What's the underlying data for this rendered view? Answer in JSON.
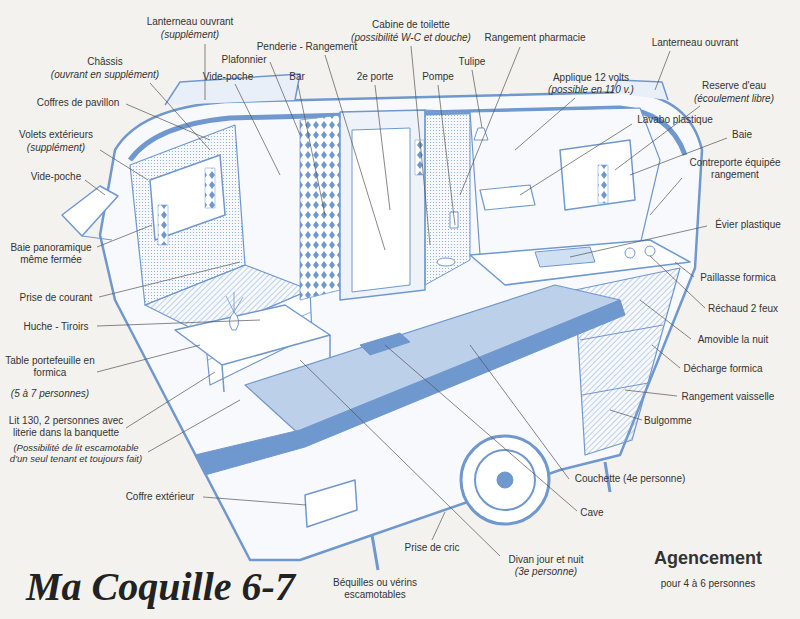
{
  "diagram": {
    "title": "Ma Coquille 6-7",
    "labels": [
      "Lanterneau ouvrant",
      "(supplément)",
      "Châssis",
      "(ouvrant en supplément)",
      "Plafonnier",
      "Vide-poche",
      "Penderie - Rangement",
      "Bar",
      "Cabine de toilette",
      "(possibilité W-C et douche)",
      "Rangement pharmacie",
      "2e porte",
      "Pompe",
      "Tulipe",
      "Applique 12 volts",
      "(possible en 110 v.)",
      "Lanterneau ouvrant",
      "Reserve d'eau",
      "(écoulement libre)",
      "Coffres de pavillon",
      "Volets extérieurs",
      "(supplément)",
      "Vide-poche",
      "Lavabo plastique",
      "Baie",
      "Contreporte équipée rangement",
      "Baie panoramique même fermée",
      "Évier plastique",
      "Prise de courant",
      "Paillasse formica",
      "Réchaud 2 feux",
      "Huche - Tiroirs",
      "Amovible la nuit",
      "Table portefeuille en formica",
      "(5 à 7 personnes)",
      "Décharge formica",
      "Rangement vaisselle",
      "Lit 130, 2 personnes avec literie dans la banquette",
      "(Possibilité de lit escamotable d'un seul tenant et toujours fait)",
      "Bulgomme",
      "Couchette (4e personne)",
      "Cave",
      "Coffre extérieur",
      "Prise de cric",
      "Divan jour et nuit",
      "(3e personne)",
      "Béquilles ou vérins escamotables",
      "Agencement",
      "pour 4 à 6 personnes"
    ]
  }
}
